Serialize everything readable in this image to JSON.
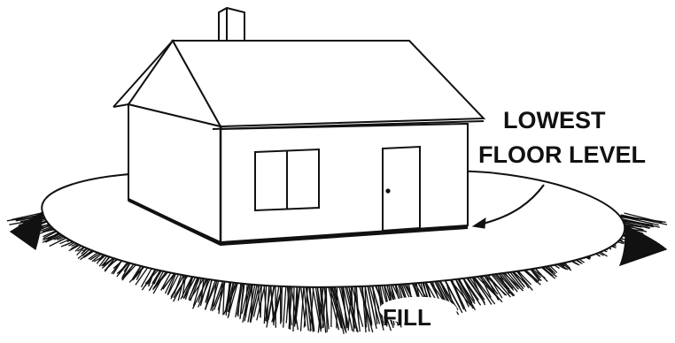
{
  "labels": {
    "lowest_line1": "LOWEST",
    "lowest_line2": "FLOOR LEVEL",
    "fill": "FILL"
  },
  "colors": {
    "ink": "#111111",
    "paper": "#ffffff"
  }
}
